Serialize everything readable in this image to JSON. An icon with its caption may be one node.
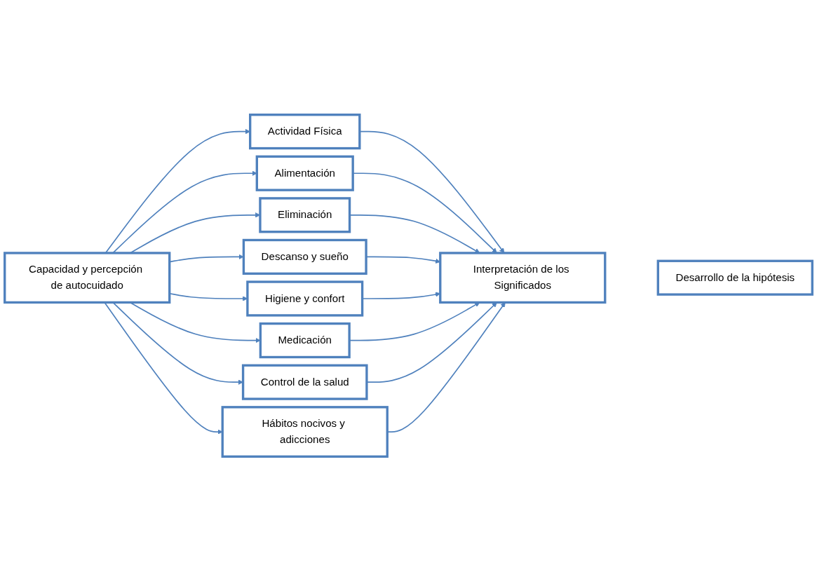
{
  "diagram": {
    "nodes": [
      {
        "text": [
          "Capacidad y percepción de autocuidado"
        ]
      },
      {
        "text": [
          "Actividad Física"
        ]
      },
      {
        "text": [
          "Alimentación"
        ]
      },
      {
        "text": [
          "Eliminación"
        ]
      },
      {
        "text": [
          "Descanso y sueño"
        ]
      },
      {
        "text": [
          "Higiene y confort"
        ]
      },
      {
        "text": [
          "Medicación"
        ]
      },
      {
        "text": [
          "Control de la salud"
        ]
      },
      {
        "text": [
          "Hábitos nocivos y adicciones"
        ]
      },
      {
        "text": [
          "Interpretación de los Significados"
        ]
      },
      {
        "text": [
          "Desarrollo de la hipótesis"
        ]
      }
    ],
    "edges": [
      {
        "from": 0,
        "to": 1,
        "arrow": "to"
      },
      {
        "from": 0,
        "to": 2,
        "arrow": "to"
      },
      {
        "from": 0,
        "to": 3,
        "arrow": "to"
      },
      {
        "from": 0,
        "to": 4,
        "arrow": "to"
      },
      {
        "from": 0,
        "to": 5,
        "arrow": "to"
      },
      {
        "from": 0,
        "to": 6,
        "arrow": "to"
      },
      {
        "from": 0,
        "to": 7,
        "arrow": "to"
      },
      {
        "from": 0,
        "to": 8,
        "arrow": "to"
      },
      {
        "from": 1,
        "to": 9,
        "arrow": "to"
      },
      {
        "from": 2,
        "to": 9,
        "arrow": "to"
      },
      {
        "from": 3,
        "to": 9,
        "arrow": "to"
      },
      {
        "from": 4,
        "to": 9,
        "arrow": "to"
      },
      {
        "from": 5,
        "to": 9,
        "arrow": "to"
      },
      {
        "from": 6,
        "to": 9,
        "arrow": "to"
      },
      {
        "from": 7,
        "to": 9,
        "arrow": "to"
      },
      {
        "from": 8,
        "to": 9,
        "arrow": "to"
      }
    ]
  }
}
